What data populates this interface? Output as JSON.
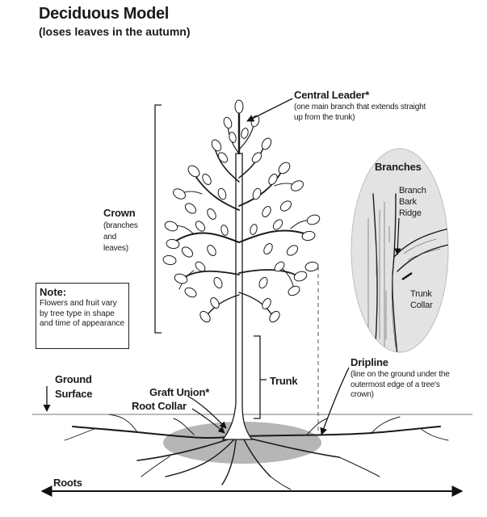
{
  "title": "Deciduous Model",
  "subtitle": "(loses leaves in the autumn)",
  "labels": {
    "central_leader": "Central Leader*",
    "central_leader_desc": "(one main branch that extends straight up from the trunk)",
    "crown": "Crown",
    "crown_desc_1": "(branches",
    "crown_desc_2": "and",
    "crown_desc_3": "leaves)",
    "branches": "Branches",
    "branch_bark_ridge_1": "Branch",
    "branch_bark_ridge_2": "Bark",
    "branch_bark_ridge_3": "Ridge",
    "trunk_collar_1": "Trunk",
    "trunk_collar_2": "Collar",
    "trunk": "Trunk",
    "dripline": "Dripline",
    "dripline_desc": "(line on the ground under the outermost edge of a tree's crown)",
    "ground_surface_1": "Ground",
    "ground_surface_2": "Surface",
    "graft_union": "Graft Union*",
    "root_collar": "Root Collar",
    "roots": "Roots"
  },
  "note": {
    "title": "Note:",
    "body": "Flowers and fruit vary by tree type in shape and time of appearance"
  }
}
